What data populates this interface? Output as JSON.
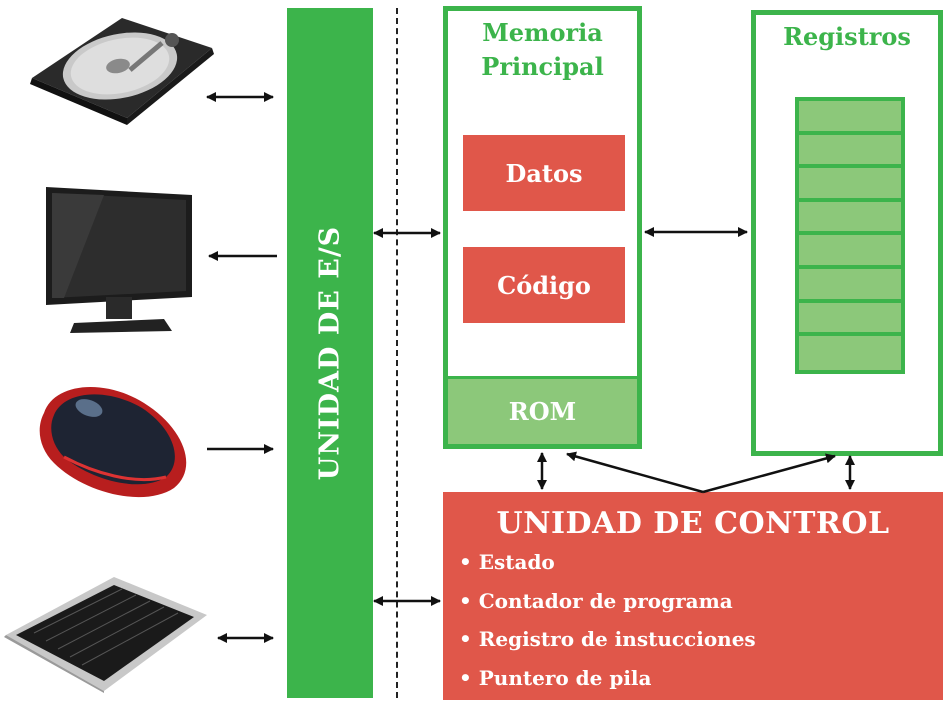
{
  "io_unit": {
    "label": "UNIDAD DE E/S"
  },
  "memory": {
    "title_line1": "Memoria",
    "title_line2": "Principal",
    "data_label": "Datos",
    "code_label": "Código",
    "rom_label": "ROM"
  },
  "registers": {
    "title": "Registros",
    "cell_count": 8
  },
  "control_unit": {
    "title": "UNIDAD DE CONTROL",
    "items": [
      "• Estado",
      "• Contador de programa",
      "• Registro de instucciones",
      "• Puntero de pila"
    ]
  },
  "devices": [
    {
      "icon": "hard-drive-icon"
    },
    {
      "icon": "monitor-icon"
    },
    {
      "icon": "mouse-icon"
    },
    {
      "icon": "keyboard-icon"
    }
  ],
  "colors": {
    "green": "#3cb44b",
    "light_green": "#8cc87a",
    "red": "#e0574a"
  }
}
